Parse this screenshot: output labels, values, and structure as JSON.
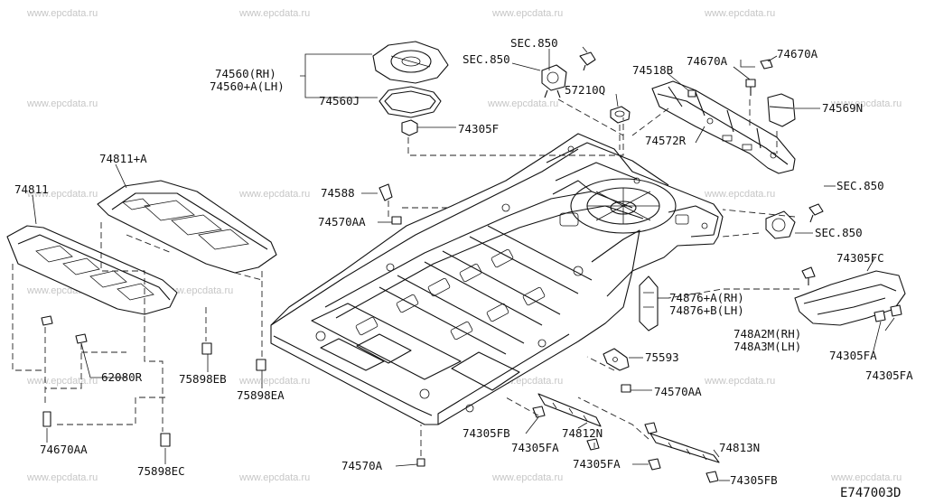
{
  "watermark": "www.epcdata.ru",
  "diagram_code": "E747003D",
  "labels": {
    "sec850_a": "SEC.850",
    "sec850_b": "SEC.850",
    "sec850_c": "SEC.850",
    "sec850_d": "SEC.850",
    "p74560rh": "74560(RH)",
    "p74560lh": "74560+A(LH)",
    "p74560j": "74560J",
    "p74305f": "74305F",
    "p74518b": "74518B",
    "p74670a_1": "74670A",
    "p74670a_2": "74670A",
    "p57210q": "57210Q",
    "p74569n": "74569N",
    "p74572r": "74572R",
    "p74811a": "74811+A",
    "p74811": "74811",
    "p74588": "74588",
    "p74570aa_1": "74570AA",
    "p74570aa_2": "74570AA",
    "p74305fc": "74305FC",
    "p74876rh": "74876+A(RH)",
    "p74876lh": "74876+B(LH)",
    "p748a2m": "748A2M(RH)",
    "p748a3m": "748A3M(LH)",
    "p74305fa_1": "74305FA",
    "p74305fa_2": "74305FA",
    "p74305fa_3": "74305FA",
    "p74305fa_4": "74305FA",
    "p75593": "75593",
    "p62080r": "62080R",
    "p75898eb": "75898EB",
    "p75898ea": "75898EA",
    "p74670aa": "74670AA",
    "p75898ec": "75898EC",
    "p74305fb_1": "74305FB",
    "p74305fb_2": "74305FB",
    "p74812n": "74812N",
    "p74813n": "74813N",
    "p74570a": "74570A"
  }
}
